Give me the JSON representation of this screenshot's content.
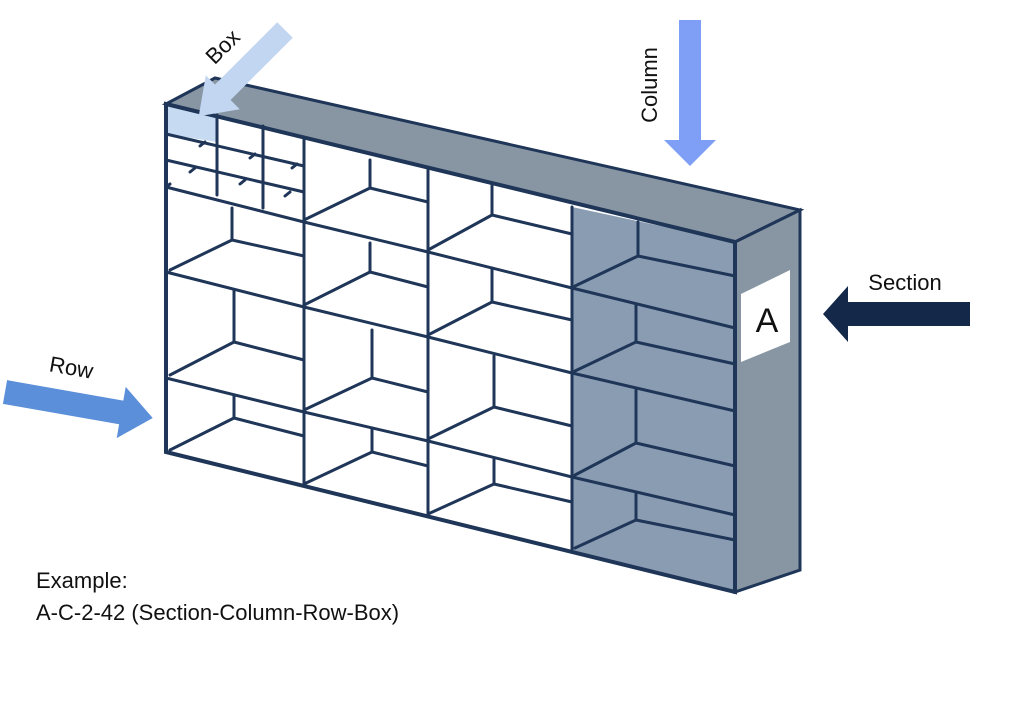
{
  "labels": {
    "box": "Box",
    "column": "Column",
    "section": "Section",
    "row": "Row",
    "section_letter": "A"
  },
  "caption": {
    "line1": "Example:",
    "line2": "A-C-2-42 (Section-Column-Row-Box)"
  },
  "colors": {
    "outline": "#1f3658",
    "top_face": "#8896a4",
    "right_face": "#8896a4",
    "highlight_column": "#8a9cb2",
    "box_highlight": "#c6daf2",
    "arrow_box": "#c3d6f1",
    "arrow_column": "#7f9ff6",
    "arrow_row": "#5b8fd9",
    "arrow_section": "#14294a",
    "label_bg": "#ffffff"
  }
}
